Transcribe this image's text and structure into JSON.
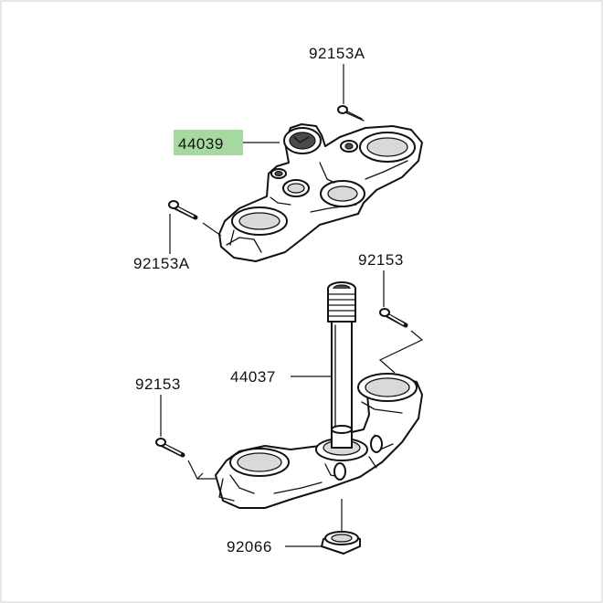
{
  "diagram": {
    "highlight_color": "#a6d9a0",
    "line_color": "#111111",
    "labels": {
      "upper_bolt_top": "92153A",
      "upper_clamp": "44039",
      "upper_bolt_left": "92153A",
      "lower_bolt_right": "92153",
      "stem": "44037",
      "lower_bolt_left": "92153",
      "seal": "92066"
    },
    "highlighted_part": "44039"
  }
}
